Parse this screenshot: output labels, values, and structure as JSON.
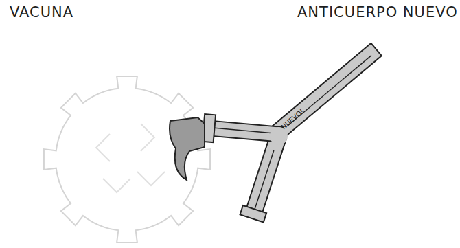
{
  "diagram": {
    "nodes": [
      {
        "text": [
          "NUEVO!"
        ]
      }
    ],
    "labels": [
      "VACUNA",
      "ANTICUERPO NUEVO"
    ]
  }
}
